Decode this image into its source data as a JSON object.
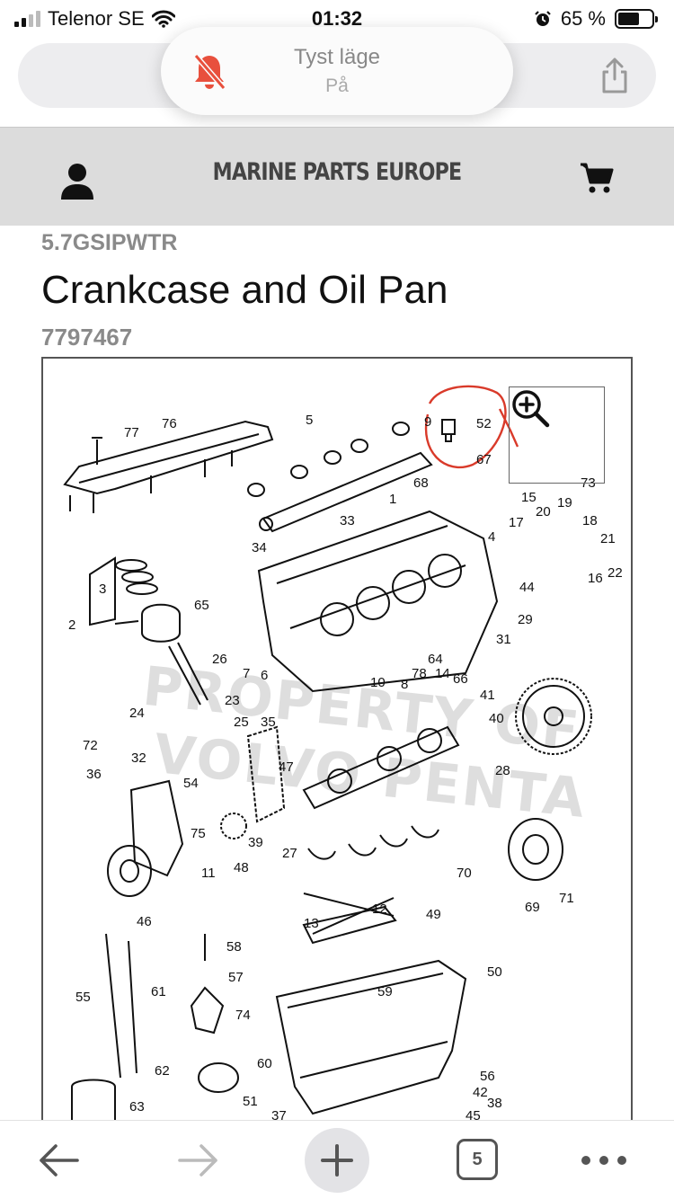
{
  "status_bar": {
    "carrier": "Telenor SE",
    "time": "01:32",
    "battery": "65 %",
    "battery_level": 0.65
  },
  "toast": {
    "title": "Tyst läge",
    "subtitle": "På"
  },
  "header": {
    "brand": "MARINE PARTS EUROPE"
  },
  "product": {
    "model": "5.7GSIPWTR",
    "title": "Crankcase and Oil Pan",
    "part_number": "7797467"
  },
  "diagram": {
    "watermark_line1": "PROPERTY OF",
    "watermark_line2": "VOLVO PENTA",
    "callouts": [
      "77",
      "76",
      "5",
      "9",
      "52",
      "67",
      "68",
      "73",
      "15",
      "19",
      "20",
      "18",
      "17",
      "21",
      "1",
      "33",
      "4",
      "16",
      "22",
      "34",
      "44",
      "3",
      "65",
      "2",
      "29",
      "31",
      "26",
      "7",
      "6",
      "64",
      "66",
      "78",
      "8",
      "10",
      "14",
      "41",
      "40",
      "24",
      "23",
      "25",
      "35",
      "72",
      "32",
      "47",
      "28",
      "36",
      "54",
      "75",
      "39",
      "27",
      "11",
      "48",
      "70",
      "69",
      "71",
      "46",
      "12",
      "49",
      "13",
      "58",
      "57",
      "50",
      "55",
      "61",
      "59",
      "74",
      "62",
      "60",
      "56",
      "42",
      "38",
      "51",
      "63",
      "37",
      "45"
    ]
  },
  "toolbar": {
    "tab_count": "5"
  }
}
